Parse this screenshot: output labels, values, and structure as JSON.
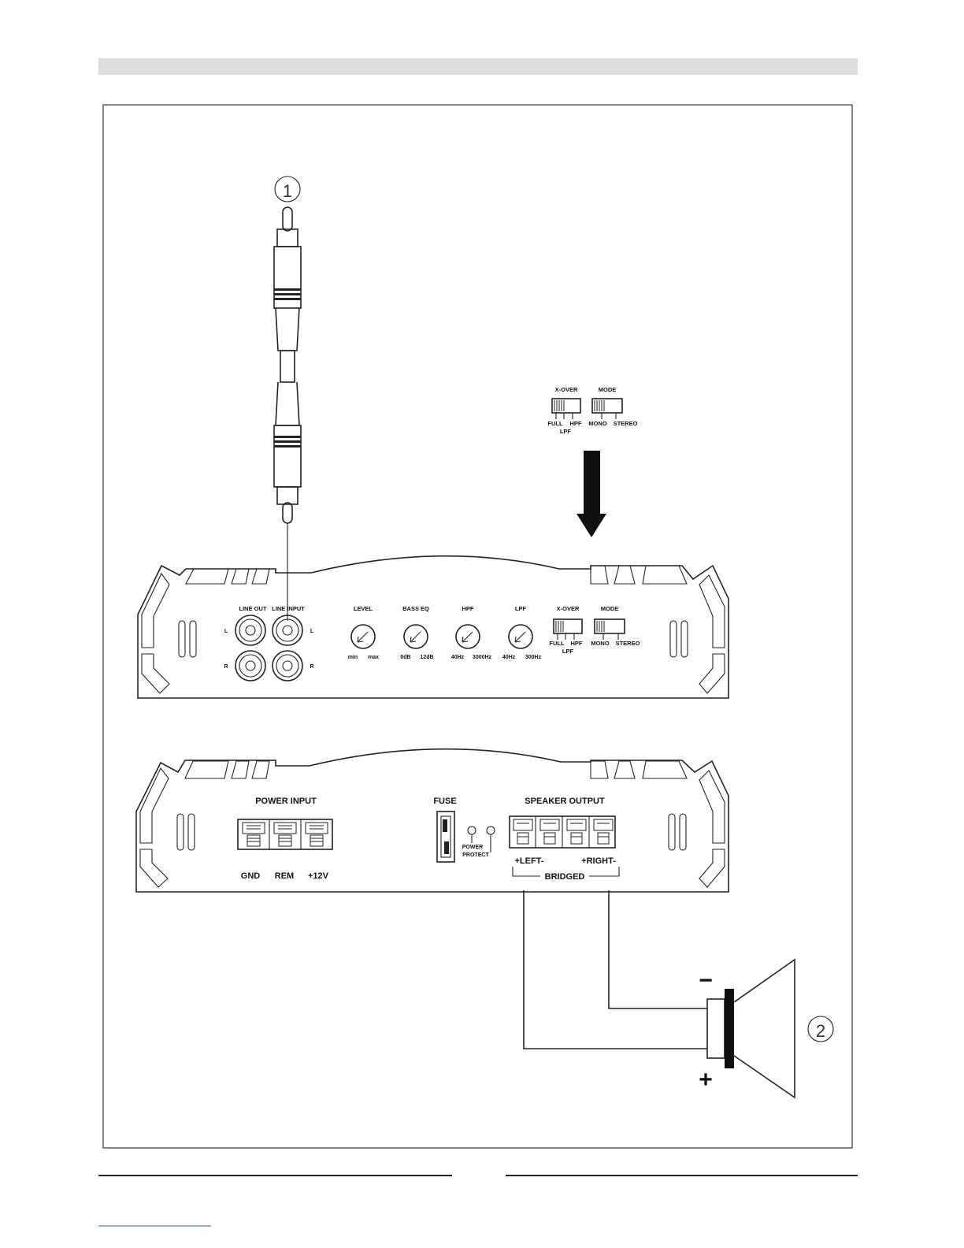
{
  "callouts": {
    "rca_number": "1",
    "speaker_number": "2"
  },
  "switch_detail": {
    "xover_title": "X-OVER",
    "mode_title": "MODE",
    "xover_full": "FULL",
    "xover_hpf": "HPF",
    "xover_lpf": "LPF",
    "mode_mono": "MONO",
    "mode_stereo": "STEREO"
  },
  "front_panel": {
    "line_out": "LINE OUT",
    "line_input": "LINE INPUT",
    "left": "L",
    "right": "R",
    "level": "LEVEL",
    "level_min": "min",
    "level_max": "max",
    "bass_eq": "BASS EQ",
    "bass_min": "0dB",
    "bass_max": "12dB",
    "hpf": "HPF",
    "hpf_min": "40Hz",
    "hpf_max": "3000Hz",
    "lpf": "LPF",
    "lpf_min": "40Hz",
    "lpf_max": "300Hz",
    "xover": "X-OVER",
    "mode": "MODE",
    "full": "FULL",
    "hpf_sw": "HPF",
    "lpf_sw": "LPF",
    "mono": "MONO",
    "stereo": "STEREO"
  },
  "rear_panel": {
    "power_input": "POWER INPUT",
    "gnd": "GND",
    "rem": "REM",
    "v12": "+12V",
    "fuse": "FUSE",
    "power": "POWER",
    "protect": "PROTECT",
    "speaker_output": "SPEAKER OUTPUT",
    "left": "+LEFT-",
    "right": "+RIGHT-",
    "bridged": "BRIDGED"
  },
  "speaker": {
    "minus": "−",
    "plus": "+"
  },
  "icons": [
    "rca-plug-icon",
    "down-arrow-icon",
    "speaker-icon"
  ]
}
